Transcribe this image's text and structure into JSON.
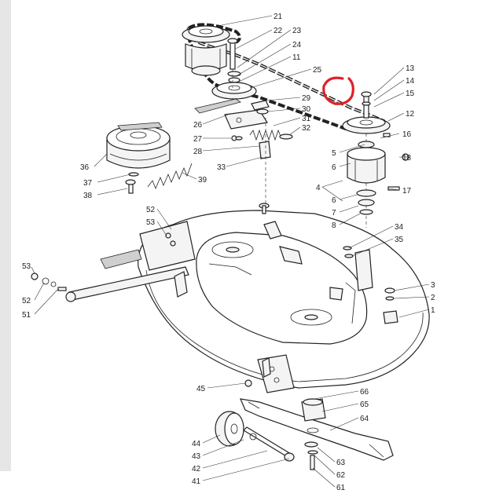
{
  "diagram": {
    "highlight_color": "#e0202a",
    "callouts": [
      {
        "id": "21",
        "text": "21"
      },
      {
        "id": "22",
        "text": "22"
      },
      {
        "id": "23",
        "text": "23"
      },
      {
        "id": "24",
        "text": "24"
      },
      {
        "id": "11",
        "text": "11"
      },
      {
        "id": "25",
        "text": "25"
      },
      {
        "id": "13",
        "text": "13"
      },
      {
        "id": "14",
        "text": "14"
      },
      {
        "id": "15",
        "text": "15"
      },
      {
        "id": "12",
        "text": "12"
      },
      {
        "id": "29",
        "text": "29"
      },
      {
        "id": "30",
        "text": "30"
      },
      {
        "id": "31",
        "text": "31"
      },
      {
        "id": "32",
        "text": "32"
      },
      {
        "id": "26",
        "text": "26"
      },
      {
        "id": "27",
        "text": "27"
      },
      {
        "id": "28",
        "text": "28"
      },
      {
        "id": "33",
        "text": "33"
      },
      {
        "id": "16",
        "text": "16"
      },
      {
        "id": "5",
        "text": "5"
      },
      {
        "id": "18",
        "text": "18"
      },
      {
        "id": "6a",
        "text": "6"
      },
      {
        "id": "4",
        "text": "4"
      },
      {
        "id": "17",
        "text": "17"
      },
      {
        "id": "6b",
        "text": "6"
      },
      {
        "id": "7",
        "text": "7"
      },
      {
        "id": "8",
        "text": "8"
      },
      {
        "id": "36",
        "text": "36"
      },
      {
        "id": "37",
        "text": "37"
      },
      {
        "id": "38",
        "text": "38"
      },
      {
        "id": "39",
        "text": "39"
      },
      {
        "id": "52a",
        "text": "52"
      },
      {
        "id": "53a",
        "text": "53"
      },
      {
        "id": "34",
        "text": "34"
      },
      {
        "id": "35",
        "text": "35"
      },
      {
        "id": "53b",
        "text": "53"
      },
      {
        "id": "52b",
        "text": "52"
      },
      {
        "id": "51",
        "text": "51"
      },
      {
        "id": "3",
        "text": "3"
      },
      {
        "id": "2",
        "text": "2"
      },
      {
        "id": "1",
        "text": "1"
      },
      {
        "id": "45",
        "text": "45"
      },
      {
        "id": "66",
        "text": "66"
      },
      {
        "id": "65",
        "text": "65"
      },
      {
        "id": "64",
        "text": "64"
      },
      {
        "id": "44",
        "text": "44"
      },
      {
        "id": "43",
        "text": "43"
      },
      {
        "id": "42",
        "text": "42"
      },
      {
        "id": "41",
        "text": "41"
      },
      {
        "id": "63",
        "text": "63"
      },
      {
        "id": "62",
        "text": "62"
      },
      {
        "id": "61",
        "text": "61"
      }
    ]
  }
}
